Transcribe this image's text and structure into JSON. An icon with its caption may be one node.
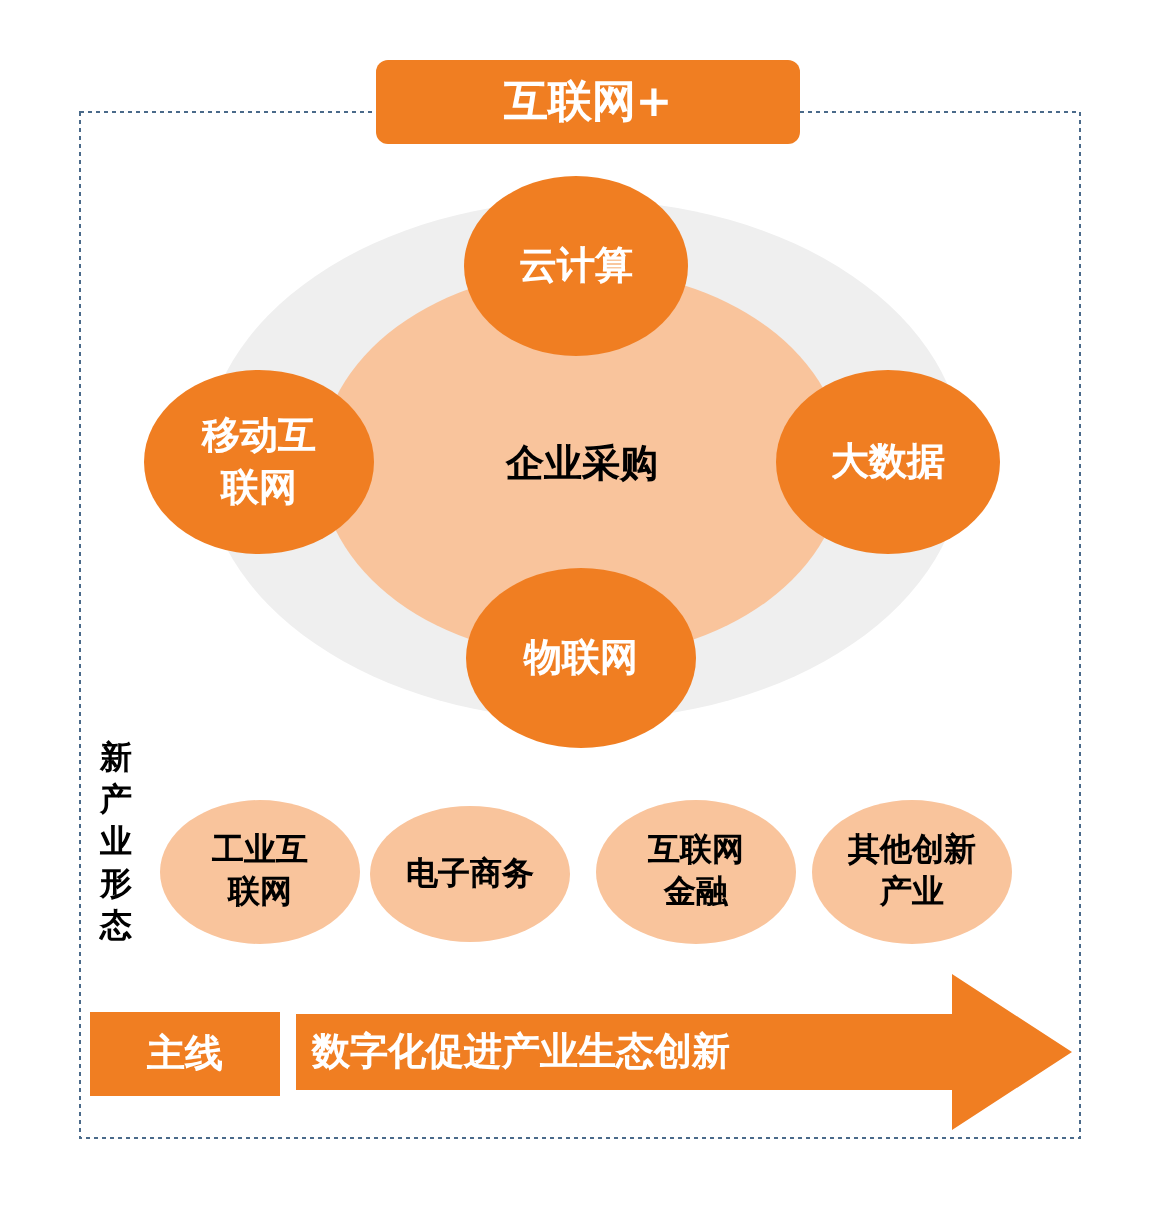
{
  "diagram": {
    "title": "互联网+",
    "nodes": [
      {
        "text": [
          "企业采购"
        ]
      },
      {
        "text": [
          "云计算"
        ]
      },
      {
        "text": [
          "移动互联网"
        ]
      },
      {
        "text": [
          "大数据"
        ]
      },
      {
        "text": [
          "物联网"
        ]
      },
      {
        "text": [
          "工业互联网"
        ]
      },
      {
        "text": [
          "电子商务"
        ]
      },
      {
        "text": [
          "互联网金融"
        ]
      },
      {
        "text": [
          "其他创新产业"
        ]
      },
      {
        "text": [
          "主线"
        ]
      },
      {
        "text": [
          "数字化促进产业生态创新"
        ]
      }
    ],
    "labels": [
      "新产业形态"
    ]
  }
}
